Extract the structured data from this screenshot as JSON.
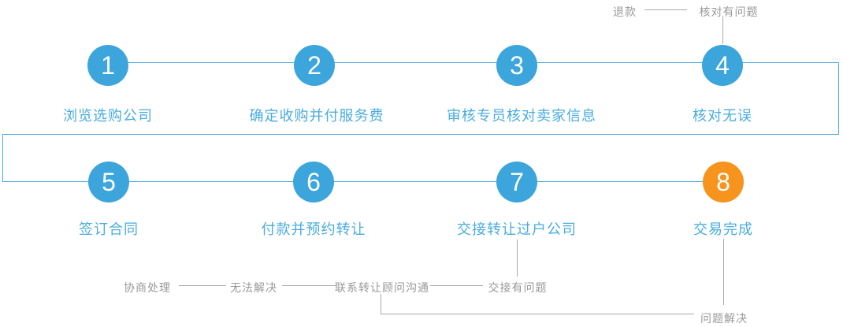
{
  "steps": [
    {
      "num": "1",
      "label": "浏览选购公司",
      "color": "#3ca5db"
    },
    {
      "num": "2",
      "label": "确定收购并付服务费",
      "color": "#3ca5db"
    },
    {
      "num": "3",
      "label": "审核专员核对卖家信息",
      "color": "#3ca5db"
    },
    {
      "num": "4",
      "label": "核对无误",
      "color": "#3ca5db"
    },
    {
      "num": "5",
      "label": "签订合同",
      "color": "#3ca5db"
    },
    {
      "num": "6",
      "label": "付款并预约转让",
      "color": "#3ca5db"
    },
    {
      "num": "7",
      "label": "交接转让过户公司",
      "color": "#3ca5db"
    },
    {
      "num": "8",
      "label": "交易完成",
      "color": "#f6941d"
    }
  ],
  "annotations": {
    "refund": "退款",
    "check_problem": "核对有问题",
    "negotiate": "协商处理",
    "cannot_resolve": "无法解决",
    "contact_consultant": "联系转让顾问沟通",
    "handover_problem": "交接有问题",
    "problem_solved": "问题解决"
  },
  "colors": {
    "step_blue": "#3ca5db",
    "step_orange": "#f6941d",
    "label_blue": "#49acdf",
    "flow_line": "#49a9dc",
    "gray_text": "#999999",
    "gray_line": "#ababab"
  }
}
